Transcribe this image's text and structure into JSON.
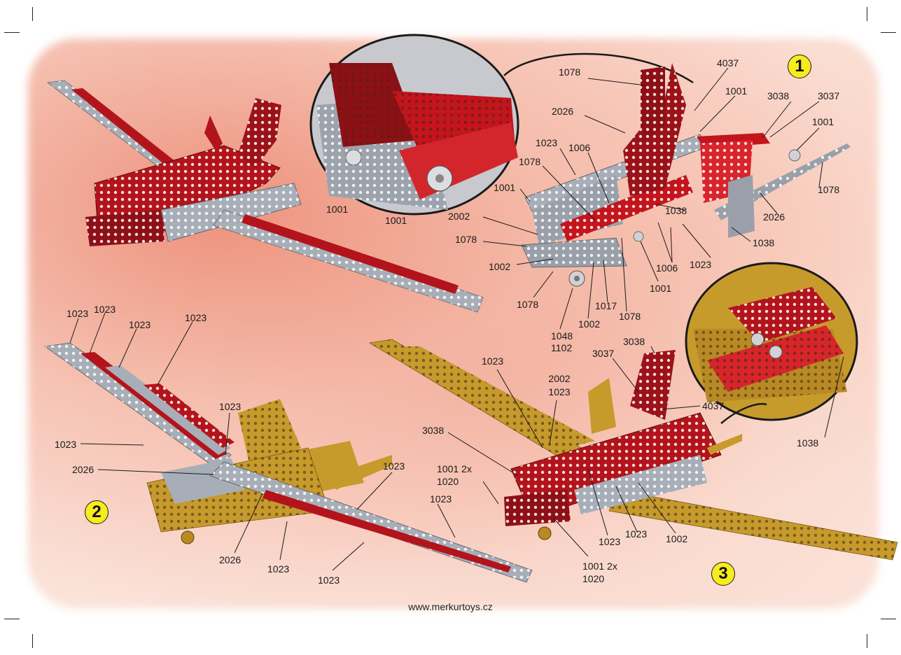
{
  "website": "www.merkurtoys.cz",
  "steps": {
    "one": "1",
    "two": "2",
    "three": "3"
  },
  "colors": {
    "red": "#b3141b",
    "red_light": "#d8242b",
    "silver": "#9aa0aa",
    "gold": "#c79a2c",
    "badge": "#f6ec1e"
  },
  "step1_labels": {
    "l1078a": "1078",
    "l4037": "4037",
    "l1001a": "1001",
    "l3038": "3038",
    "l3037": "3037",
    "l1001b": "1001",
    "l2026a": "2026",
    "l1023a": "1023",
    "l1006a": "1006",
    "l1078b": "1078",
    "l1001c": "1001",
    "l1078c": "1078",
    "l1038a": "1038",
    "l2026b": "2026",
    "l2002": "2002",
    "l1038b": "1038",
    "l1078d": "1078",
    "l1006b": "1006",
    "l1023b": "1023",
    "l1002": "1002",
    "l1001d": "1001",
    "l1078e": "1078",
    "l1017": "1017",
    "l1078f": "1078",
    "l1002b": "1002",
    "l1048": "1048",
    "l1102": "1102",
    "zoom_1001a": "1001",
    "zoom_1001b": "1001"
  },
  "step2_labels": {
    "a": "1023",
    "b": "1023",
    "c": "1023",
    "d": "1023",
    "e": "1023",
    "f": "1023",
    "g": "2026",
    "h": "1023",
    "i": "1023",
    "j": "2026",
    "k": "1023",
    "l": "1023"
  },
  "step3_labels": {
    "a": "1023",
    "b": "3038",
    "c": "3037",
    "d": "2002",
    "e": "1023",
    "f": "4037",
    "g": "3038",
    "h": "1001 2x",
    "i": "1020",
    "j": "1023",
    "k": "1023",
    "l": "1002",
    "m": "1001 2x",
    "n": "1020",
    "o": "1038"
  }
}
